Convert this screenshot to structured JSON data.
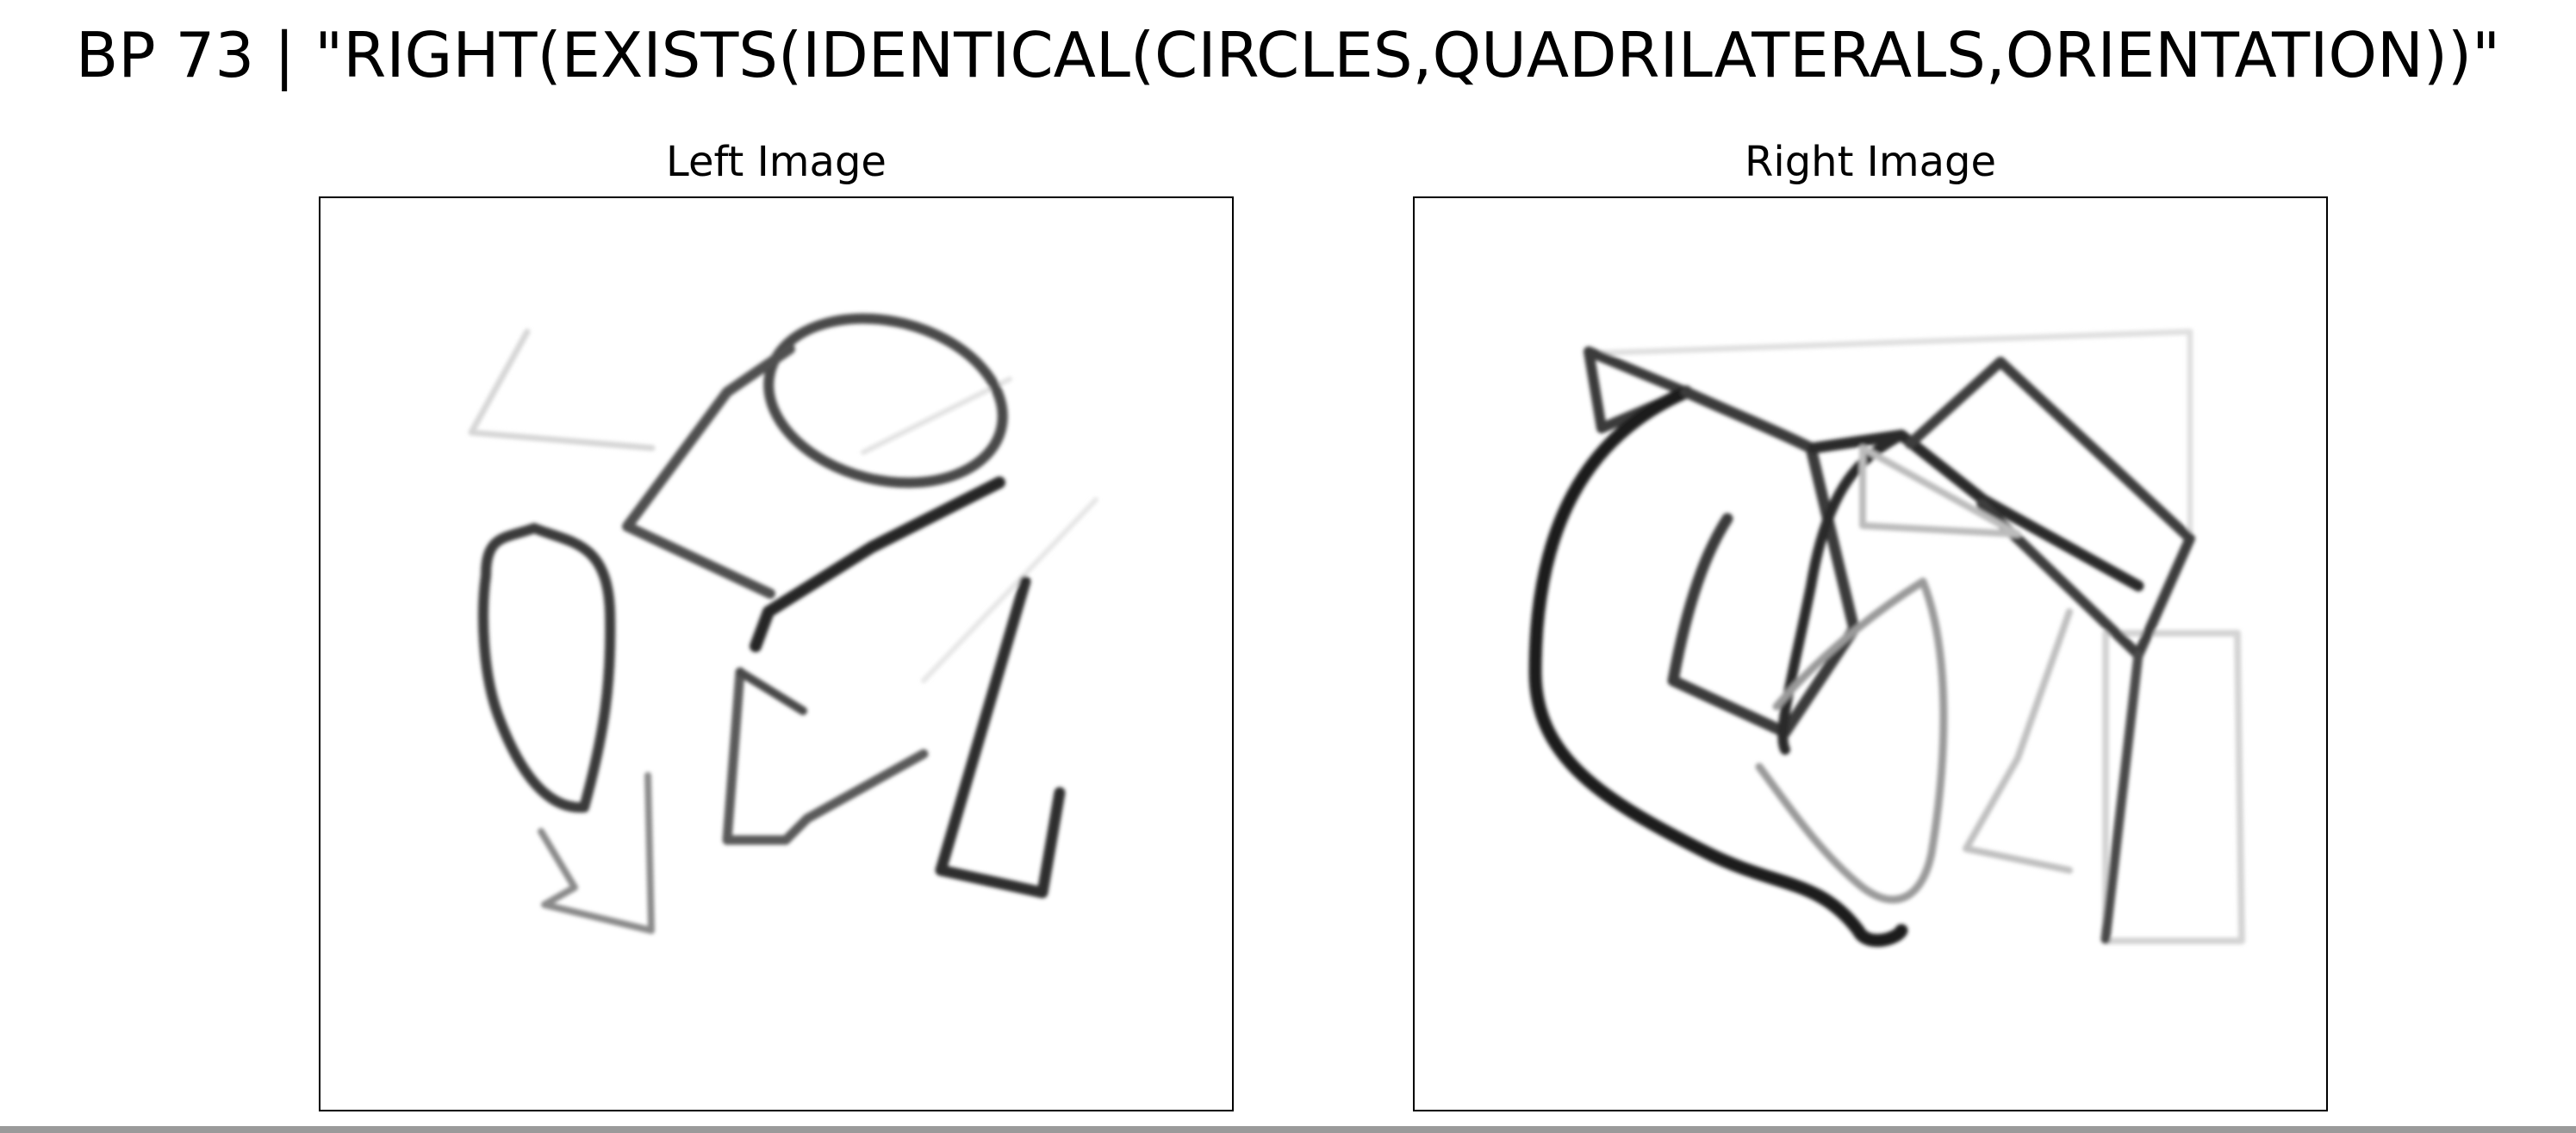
{
  "figure": {
    "title": "BP 73 | \"RIGHT(EXISTS(IDENTICAL(CIRCLES,QUADRILATERALS,ORIENTATION))\""
  },
  "panels": [
    {
      "title": "Left Image",
      "content": "sketch of overlapping outline shapes"
    },
    {
      "title": "Right Image",
      "content": "sketch of overlapping outline shapes"
    }
  ],
  "colors": {
    "stroke_dark": "#1a1a1a",
    "stroke_mid": "#5a5a5a",
    "stroke_light": "#c8c8c8",
    "frame": "#000000",
    "background": "#ffffff"
  }
}
